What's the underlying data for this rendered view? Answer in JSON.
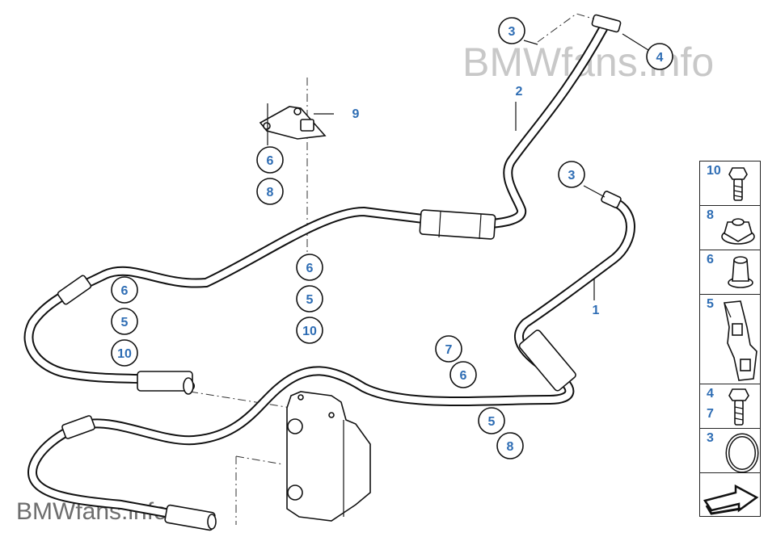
{
  "watermark_top": "BMWfans.info",
  "watermark_bottom": "BMWfans.info",
  "callouts": [
    {
      "id": "3",
      "label": "3"
    },
    {
      "id": "4",
      "label": "4"
    },
    {
      "id": "2",
      "label": "2"
    },
    {
      "id": "9",
      "label": "9"
    },
    {
      "id": "6",
      "label": "6"
    },
    {
      "id": "8",
      "label": "8"
    },
    {
      "id": "3",
      "label": "3"
    },
    {
      "id": "6",
      "label": "6"
    },
    {
      "id": "5",
      "label": "5"
    },
    {
      "id": "10",
      "label": "10"
    },
    {
      "id": "6",
      "label": "6"
    },
    {
      "id": "5",
      "label": "5"
    },
    {
      "id": "10",
      "label": "10"
    },
    {
      "id": "1",
      "label": "1"
    },
    {
      "id": "7",
      "label": "7"
    },
    {
      "id": "6",
      "label": "6"
    },
    {
      "id": "5",
      "label": "5"
    },
    {
      "id": "8",
      "label": "8"
    }
  ],
  "legend": [
    {
      "labels": [
        "10"
      ],
      "part": "bolt-icon"
    },
    {
      "labels": [
        "8"
      ],
      "part": "hex-nut-icon"
    },
    {
      "labels": [
        "6"
      ],
      "part": "sleeve-nut-icon"
    },
    {
      "labels": [
        "5"
      ],
      "part": "clip-nut-icon"
    },
    {
      "labels": [
        "4",
        "7"
      ],
      "part": "screw-icon"
    },
    {
      "labels": [
        "3"
      ],
      "part": "o-ring-icon"
    },
    {
      "labels": [],
      "part": "arrow-icon"
    }
  ]
}
